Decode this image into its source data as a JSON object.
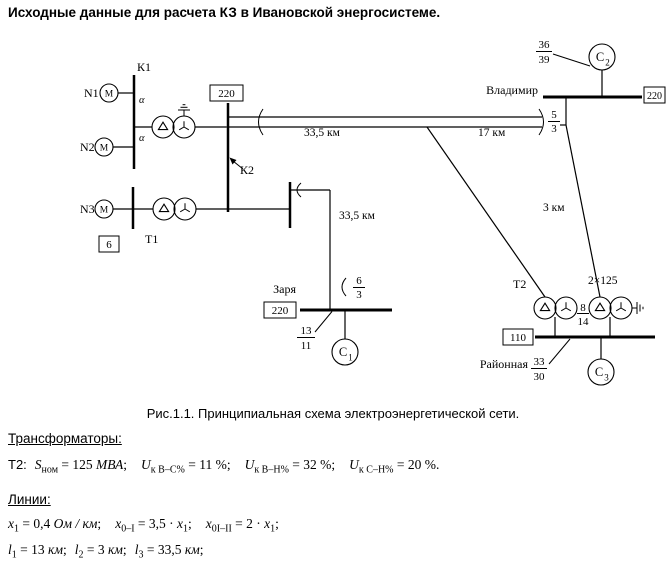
{
  "title": "Исходные данные для расчета КЗ в Ивановской энергосистеме.",
  "caption": "Рис.1.1. Принципиальная схема электроэнергетической сети.",
  "diagram": {
    "k1": "К1",
    "k2": "К2",
    "n1": "N1",
    "n2": "N2",
    "n3": "N3",
    "motor": "М",
    "alpha": "α",
    "t1": "Т1",
    "t2": "Т2",
    "t2_rating": "2×125",
    "bus220": "220",
    "bus110": "110",
    "bus6": "6",
    "vladimir": "Владимир",
    "zarya": "Заря",
    "raionnaya": "Районная",
    "gen": "С",
    "gen1_sub": "1",
    "gen2_sub": "2",
    "gen3_sub": "3",
    "len_33_5": "33,5 км",
    "len_17": "17 км",
    "len_3": "3 км",
    "fr_gen2_num": "36",
    "fr_gen2_den": "39",
    "fr_vlad_num": "5",
    "fr_vlad_den": "3",
    "fr_zline_num": "6",
    "fr_zline_den": "3",
    "fr_gen1_num": "13",
    "fr_gen1_den": "11",
    "fr_t2_num": "8",
    "fr_t2_den": "14",
    "fr_gen3_num": "33",
    "fr_gen3_den": "30"
  },
  "transformers": {
    "heading": "Трансформаторы:",
    "label": "Т2:",
    "s_var": "S",
    "s_sub": "ном",
    "s_eq": " = 125 ",
    "s_unit": "МВА",
    "s_end": ";",
    "u1_var": "U",
    "u1_sub": "к В–С%",
    "u1_eq": " = 11 %",
    "u1_end": ";",
    "u2_var": "U",
    "u2_sub": "к В–Н%",
    "u2_eq": " = 32 %",
    "u2_end": ";",
    "u3_var": "U",
    "u3_sub": "к С–Н%",
    "u3_eq": " = 20 %",
    "u3_end": "."
  },
  "lines": {
    "heading": "Линии:",
    "x1_var": "x",
    "x1_sub": "1",
    "x1_eq": " = 0,4 ",
    "x1_unit": "Ом / км",
    "x1_end": ";",
    "x0_var": "x",
    "x0_sub": "0–I",
    "x0_eq": " = 3,5 · ",
    "x0_var2": "x",
    "x0_sub2": "1",
    "x0_end": ";",
    "x0ii_var": "x",
    "x0ii_sub": "0I–II",
    "x0ii_eq": " = 2 · ",
    "x0ii_var2": "x",
    "x0ii_sub2": "1",
    "x0ii_end": ";",
    "l1_var": "l",
    "l1_sub": "1",
    "l1_eq": " = 13 ",
    "l1_unit": "км",
    "l1_end": ";",
    "l2_var": "l",
    "l2_sub": "2",
    "l2_eq": " = 3 ",
    "l2_unit": "км",
    "l2_end": ";",
    "l3_var": "l",
    "l3_sub": "3",
    "l3_eq": " = 33,5 ",
    "l3_unit": "км",
    "l3_end": ";"
  }
}
